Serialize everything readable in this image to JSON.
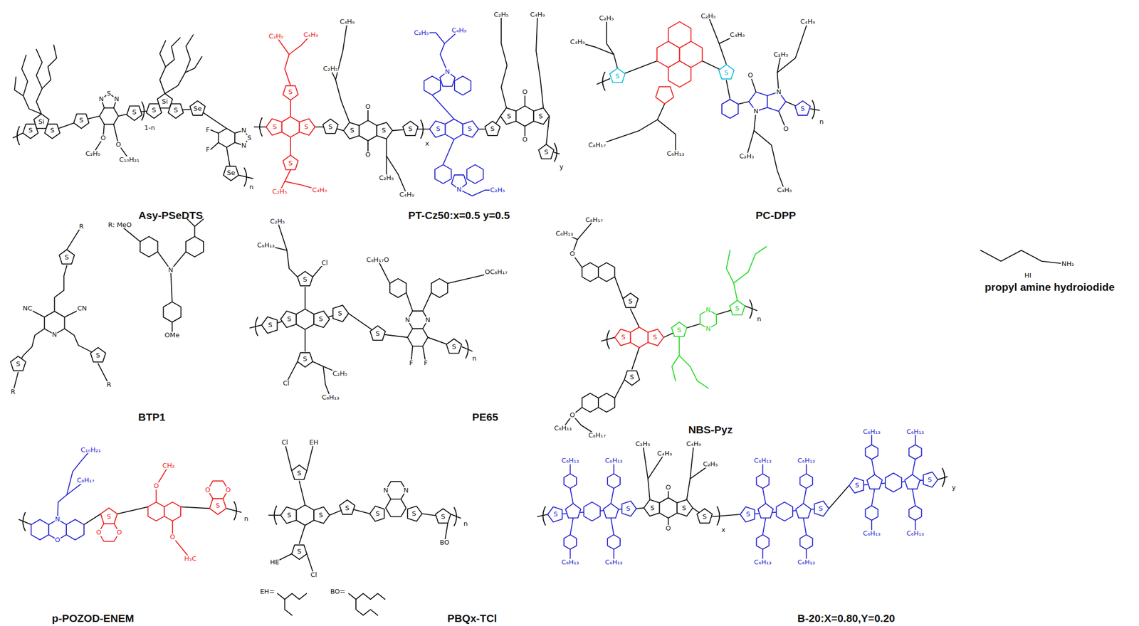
{
  "diagram": {
    "labels": [
      "Asy-PSeDTS",
      "PT-Cz50:x=0.5 y=0.5",
      "PC-DPP",
      "BTP1",
      "PE65",
      "NBS-Pyz",
      "propyl amine hydroiodide",
      "p-POZOD-ENEM",
      "PBQx-TCl",
      "B-20:X=0.80,Y=0.20",
      "S",
      "Si",
      "S",
      "S",
      "N",
      "S",
      "N",
      "O",
      "C₂H₅",
      "O",
      "C₁₀H₂₁",
      "S",
      "1-n",
      "S",
      "Si",
      "S",
      "Se",
      "N",
      "S",
      "N",
      "F",
      "F",
      "Se",
      "n",
      "S",
      "S",
      "S",
      "C₂H₅",
      "C₄H₉",
      "S",
      "C₂H₅",
      "C₄H₉",
      "S",
      "S",
      "S",
      "O",
      "O",
      "C₂H₅",
      "C₄H₉",
      "C₂H₅",
      "C₄H₉",
      "S",
      "x",
      "S",
      "S",
      "N",
      "C₂H₅",
      "C₄H₉",
      "N",
      "C₂H₅",
      "S",
      "S",
      "S",
      "O",
      "O",
      "C₂H₅",
      "C₄H₉",
      "S",
      "y",
      "S",
      "C₂H₅",
      "C₄H₉",
      "C₈H₁₇",
      "C₆H₁₃",
      "S",
      "C₂H₅",
      "C₄H₉",
      "N",
      "O",
      "N",
      "O",
      "C₂H₅",
      "C₄H₉",
      "C₂H₅",
      "C₄H₉",
      "S",
      "n",
      "NH₂",
      "HI",
      "S",
      "R",
      "NC",
      "CN",
      "N",
      "S",
      "R",
      "S",
      "R",
      "R: MeO",
      "N",
      "OMe",
      "S",
      "S",
      "S",
      "S",
      "S",
      "Cl",
      "C₂H₅",
      "C₆H₁₃",
      "S",
      "Cl",
      "C₂H₅",
      "C₆H₁₃",
      "S",
      "N",
      "N",
      "C₈H₁₇O",
      "OC₈H₁₇",
      "F",
      "F",
      "S",
      "n",
      "S",
      "S",
      "S",
      "O",
      "C₈H₁₇",
      "C₆H₁₃",
      "S",
      "O",
      "C₆H₁₃",
      "C₈H₁₇",
      "S",
      "N",
      "N",
      "S",
      "n",
      "N",
      "O",
      "C₁₀H₂₁",
      "C₈H₁₇",
      "S",
      "O",
      "O",
      "O",
      "CH₃",
      "O",
      "H₃C",
      "S",
      "O",
      "O",
      "n",
      "S",
      "S",
      "S",
      "Cl",
      "EH",
      "S",
      "HE",
      "Cl",
      "S",
      "S",
      "S",
      "N",
      "N",
      "S",
      "BO",
      "n",
      "EH=",
      "BO=",
      "S",
      "S",
      "C₆H₁₃",
      "C₆H₁₃",
      "C₆H₁₃",
      "C₆H₁₃",
      "S",
      "S",
      "O",
      "O",
      "C₂H₅",
      "C₄H₉",
      "C₄H₉",
      "C₂H₅",
      "S",
      "x",
      "S",
      "S",
      "C₆H₁₃",
      "C₆H₁₃",
      "C₆H₁₃",
      "C₆H₁₃",
      "S",
      "S",
      "C₆H₁₃",
      "C₆H₁₃",
      "C₆H₁₃",
      "C₆H₁₃",
      "y"
    ]
  }
}
